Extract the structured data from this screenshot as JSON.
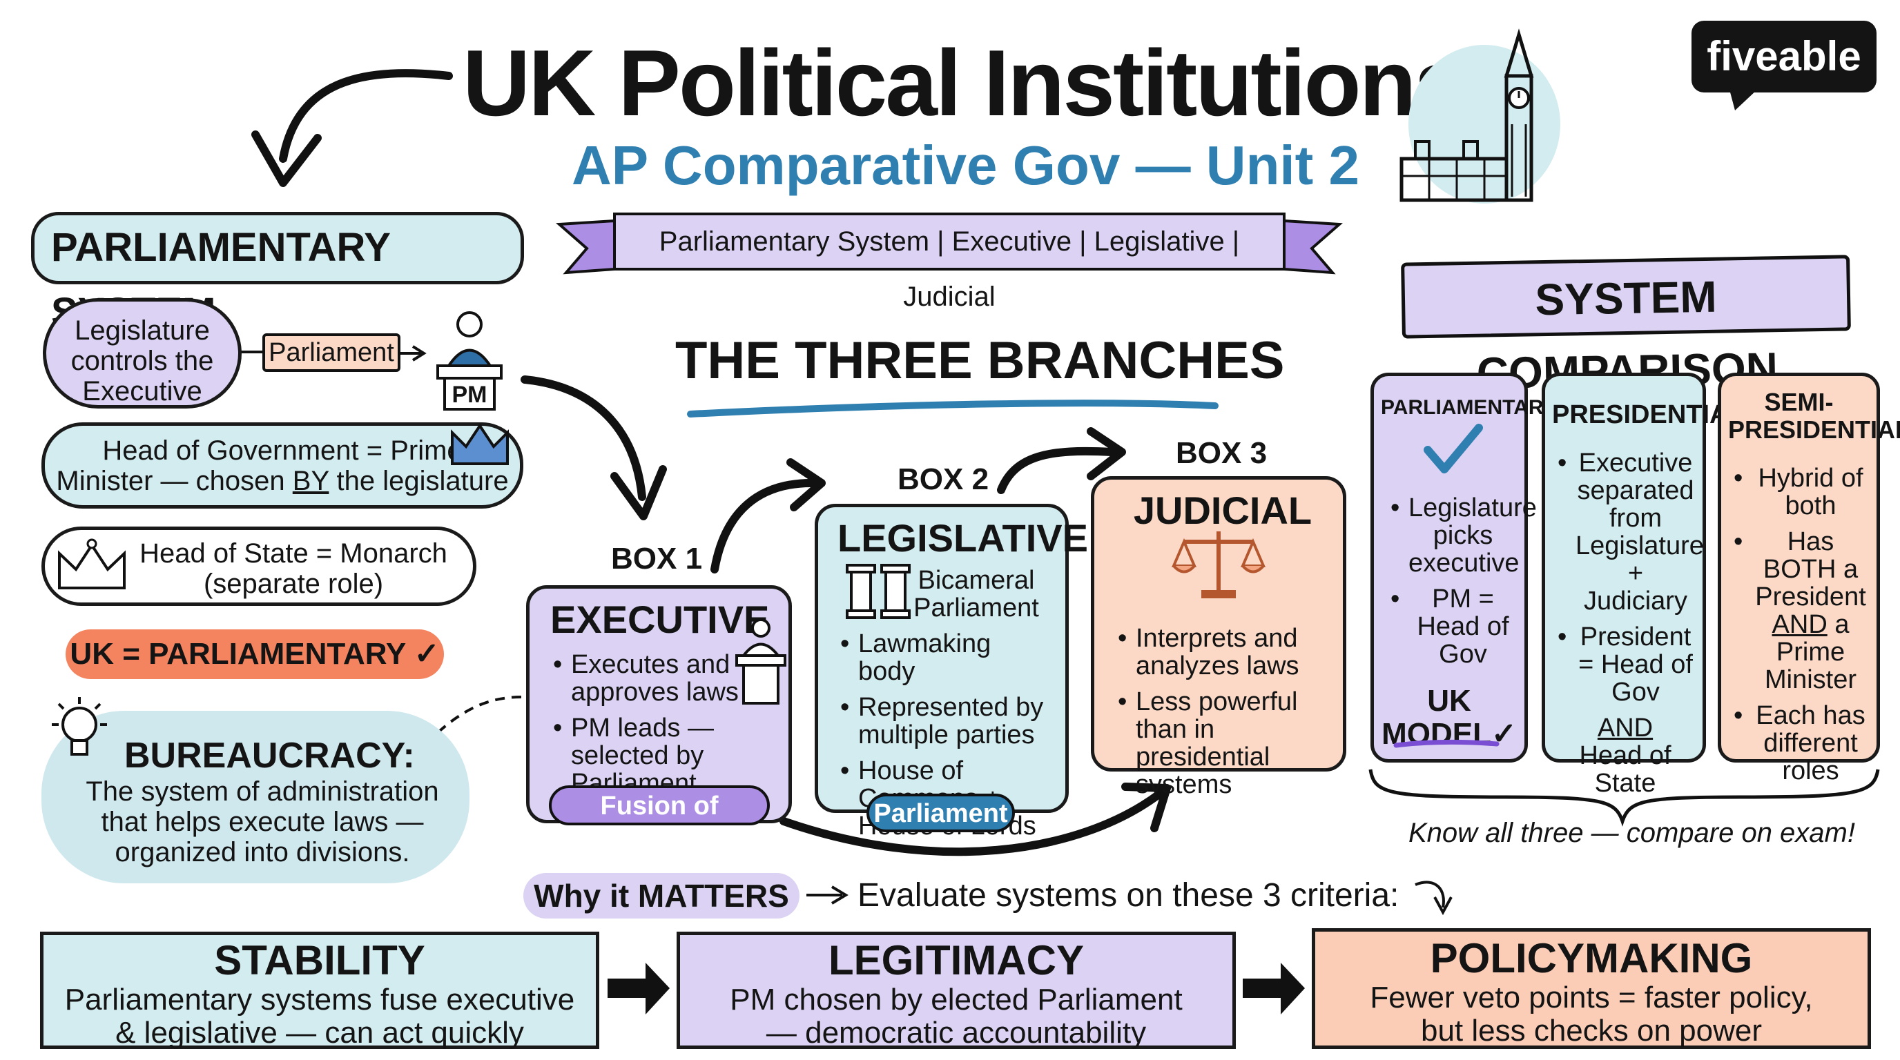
{
  "brand": "fiveable",
  "title": "UK Political Institutions",
  "subtitle": "AP Comparative Gov — Unit 2",
  "banner": "Parliamentary System | Executive | Legislative | Judicial",
  "parliamentary": {
    "heading": "PARLIAMENTARY SYSTEM",
    "bubble": "Legislature controls the Executive",
    "parliament_tag": "Parliament",
    "pm_tag": "PM",
    "head_gov": [
      "Head of Government = Prime",
      "Minister — chosen ",
      "BY",
      " the legislature"
    ],
    "head_state": [
      "Head of State = Monarch",
      "(separate role)"
    ],
    "uk_badge": "UK = PARLIAMENTARY ✓",
    "bureaucracy_title": "BUREAUCRACY:",
    "bureaucracy_text": [
      "The system of administration",
      "that helps execute laws —",
      "organized into divisions."
    ]
  },
  "branches": {
    "heading": "THE THREE BRANCHES",
    "executive": {
      "box_label": "BOX 1",
      "title": "EXECUTIVE",
      "points": [
        "Executes and approves laws",
        "PM leads — selected by Parliament"
      ],
      "tag": "Fusion of Powers"
    },
    "legislative": {
      "box_label": "BOX 2",
      "title": "LEGISLATIVE",
      "sub": [
        "Bicameral",
        "Parliament"
      ],
      "points": [
        "Lawmaking body",
        "Represented by multiple parties",
        "House of Commons + House of Lords"
      ],
      "tag": "Parliament"
    },
    "judicial": {
      "box_label": "BOX 3",
      "title": "JUDICIAL",
      "points": [
        "Interprets and analyzes laws",
        "Less powerful than in presidential systems"
      ]
    }
  },
  "comparison": {
    "heading": "SYSTEM COMPARISON",
    "parliamentary": {
      "title": "PARLIAMENTARY",
      "points": [
        "Legislature picks executive",
        "PM = Head of Gov"
      ],
      "model": [
        "UK",
        "MODEL✓"
      ]
    },
    "presidential": {
      "title": "PRESIDENTIAL",
      "points": [
        "Executive separated from Legislature + Judiciary",
        "President = Head of Gov"
      ],
      "and": "AND",
      "extra": [
        "Head of",
        "State"
      ]
    },
    "semi": {
      "title": [
        "SEMI-",
        "PRESIDENTIAL"
      ],
      "points": [
        "Hybrid of both",
        "Has BOTH a President",
        "Each has different roles"
      ],
      "and_pm": [
        "AND",
        " a Prime Minister"
      ]
    },
    "note": "Know all three — compare on exam!"
  },
  "matters": {
    "tag": "Why it MATTERS",
    "text": "Evaluate systems on these 3 criteria:"
  },
  "criteria": [
    {
      "title": "STABILITY",
      "text": [
        "Parliamentary systems fuse executive",
        "& legislative — can act quickly"
      ]
    },
    {
      "title": "LEGITIMACY",
      "text": [
        "PM chosen by elected Parliament",
        "— democratic accountability"
      ]
    },
    {
      "title": "POLICYMAKING",
      "text": [
        "Fewer veto points = faster policy,",
        "but less checks on power"
      ]
    }
  ],
  "colors": {
    "teal": "#d3ecef",
    "lavender": "#dcd2f3",
    "peach": "#fbd9c6",
    "purple": "#ac8fe4",
    "orange": "#f4845f",
    "subtitle_blue": "#2f7fb0"
  }
}
